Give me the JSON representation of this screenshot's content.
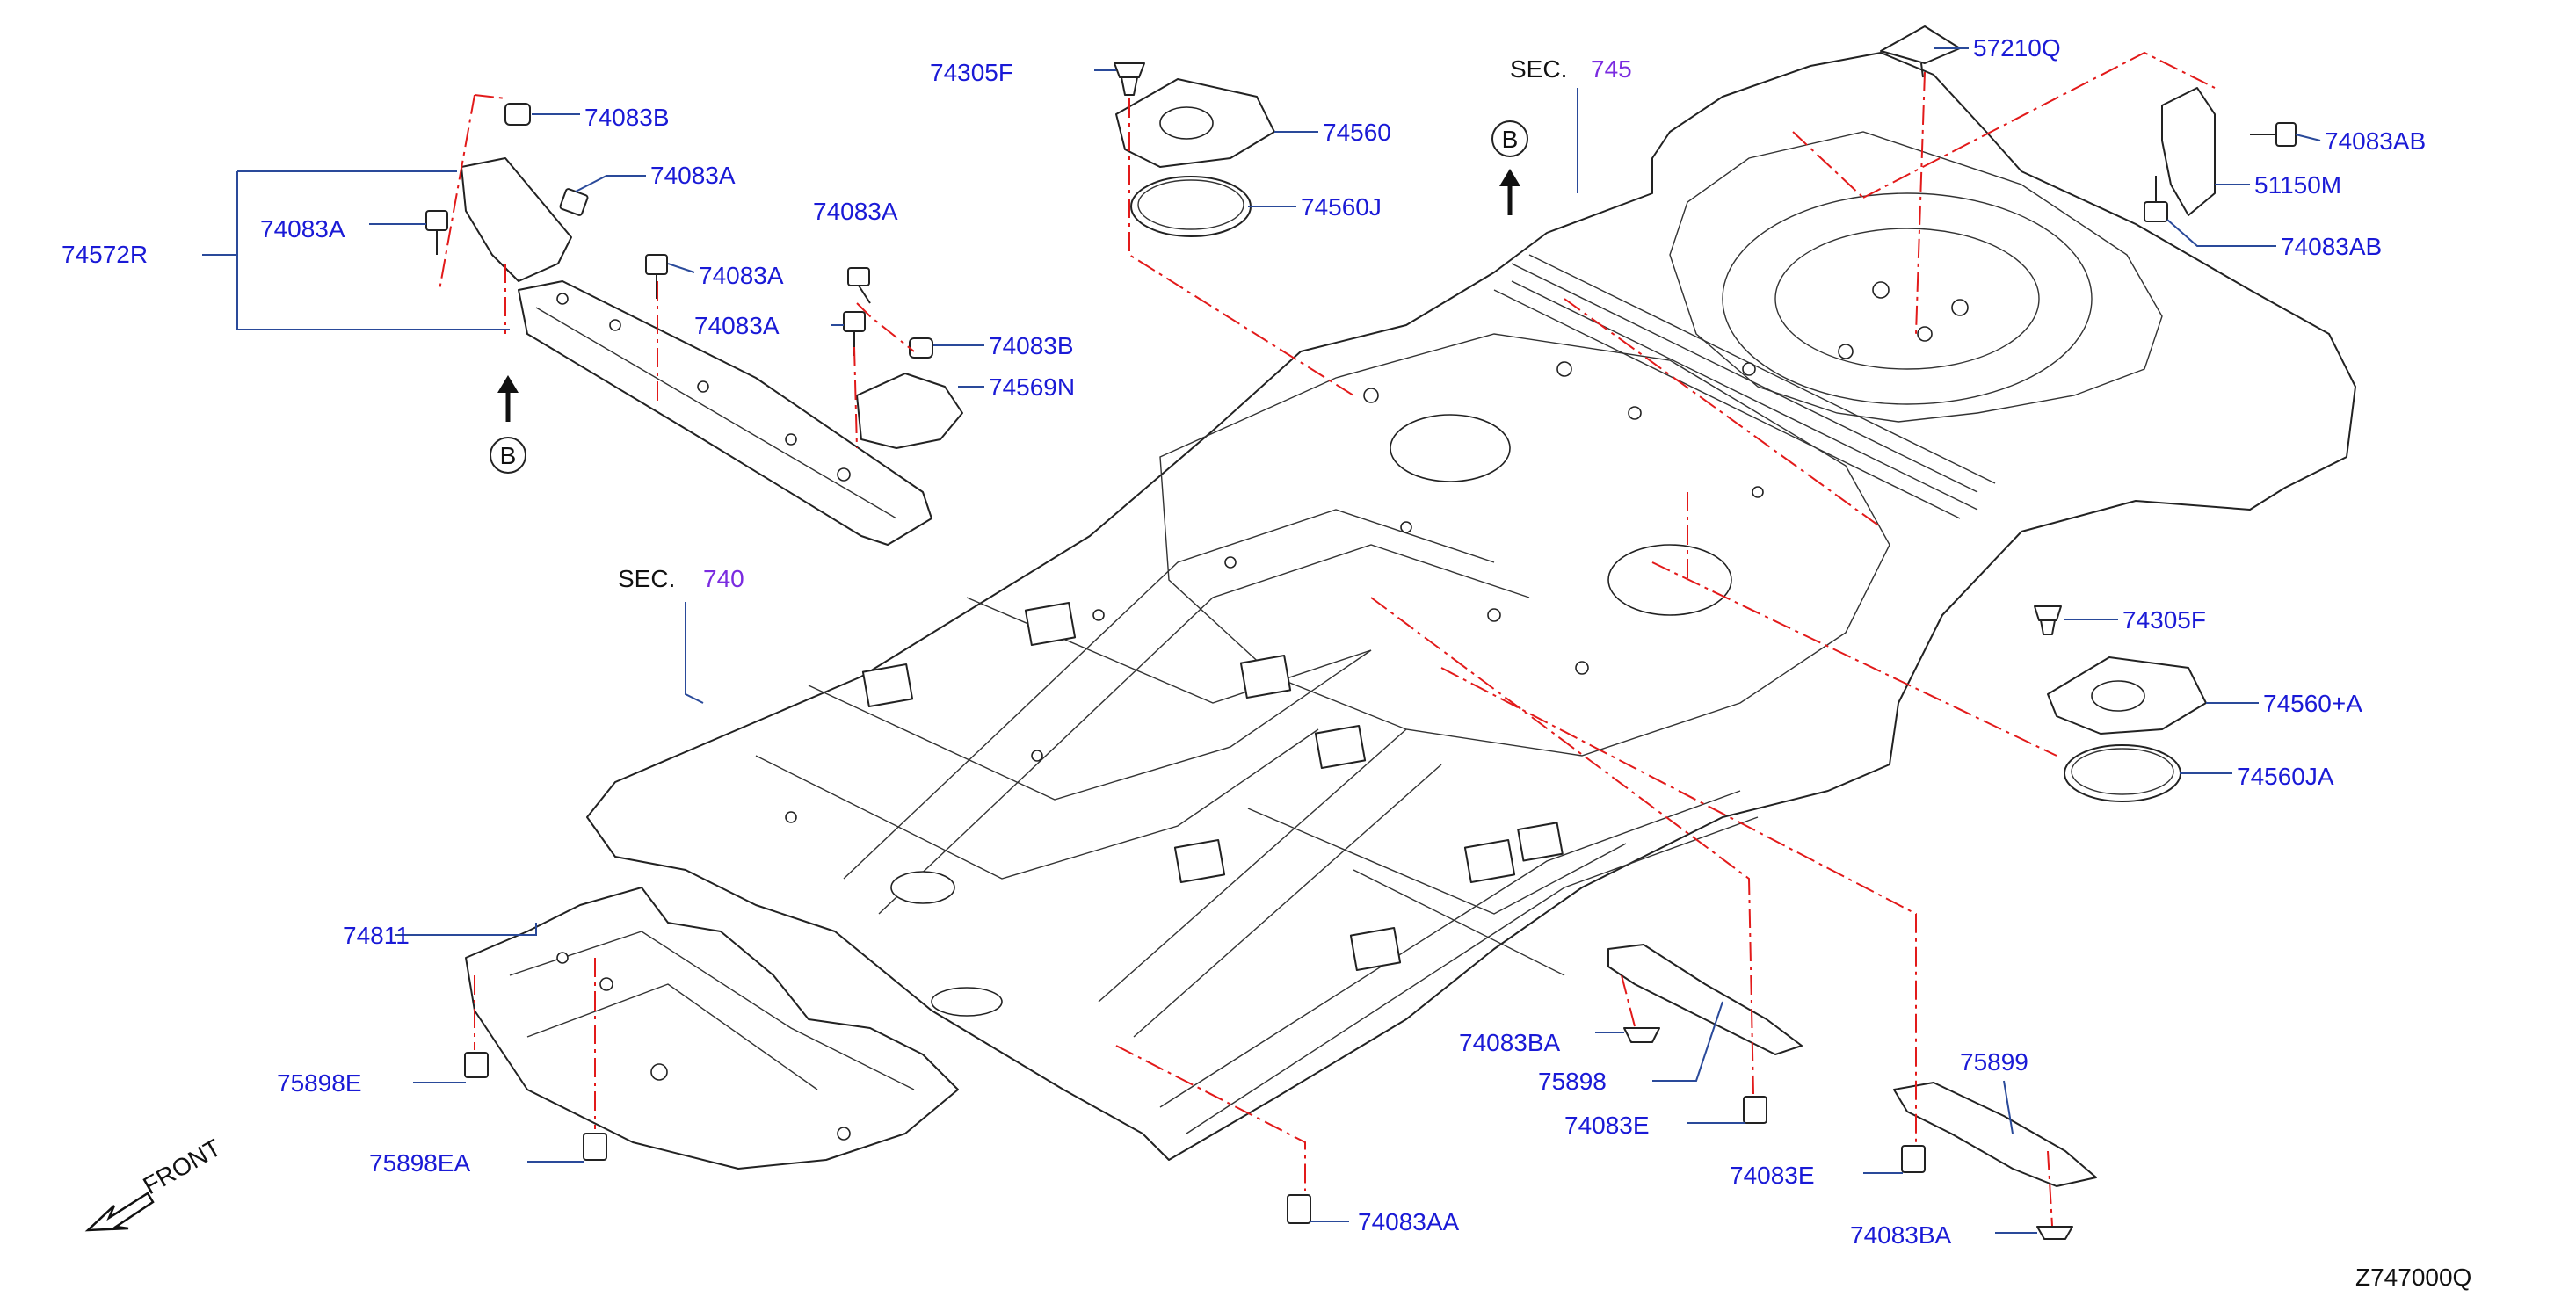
{
  "diagram": {
    "sections": [
      {
        "prefix": "SEC.",
        "number": "745"
      },
      {
        "prefix": "SEC.",
        "number": "740"
      }
    ],
    "view_markers": [
      "B",
      "B"
    ],
    "front_label": "FRONT",
    "figure_code": "Z747000Q",
    "part_labels": [
      "74305F",
      "74560",
      "74560J",
      "57210Q",
      "74083AB",
      "51150M",
      "74083AB",
      "74083B",
      "74083A",
      "74572R",
      "74083A",
      "74083A",
      "74083A",
      "74083A",
      "74083B",
      "74569N",
      "74305F",
      "74560+A",
      "74560JA",
      "74811",
      "75898E",
      "75898EA",
      "74083BA",
      "75898",
      "74083E",
      "74083E",
      "75899",
      "74083BA",
      "74083AA"
    ],
    "colors": {
      "label_blue": "#1a1ad6",
      "section_purple": "#7a2be0",
      "dash_red": "#e21a1a",
      "line_ink": "#222222"
    }
  }
}
